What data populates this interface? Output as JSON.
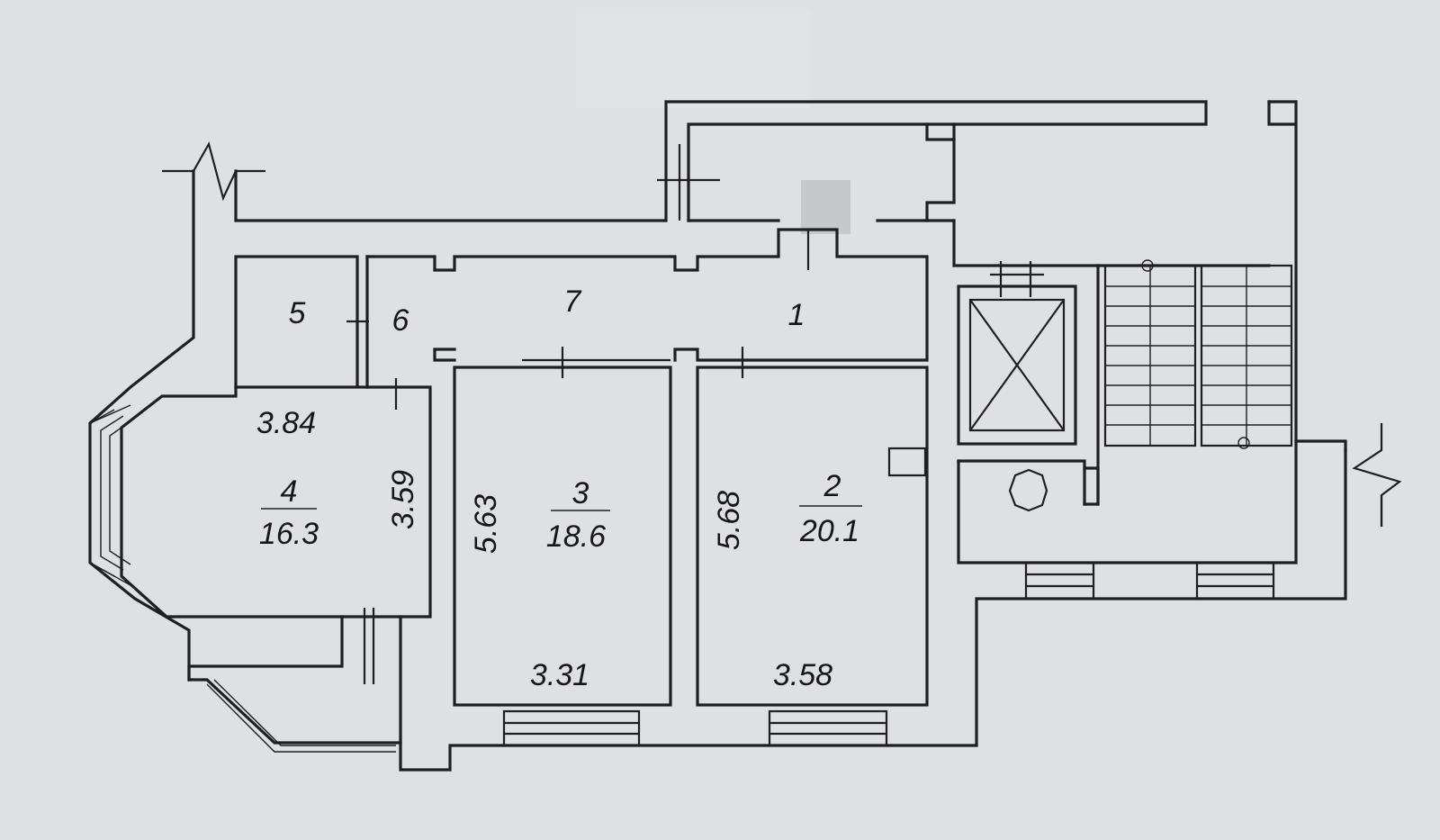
{
  "rooms": {
    "r1": {
      "number": "1"
    },
    "r2": {
      "number": "2",
      "area": "20.1",
      "width": "3.58",
      "length": "5.68"
    },
    "r3": {
      "number": "3",
      "area": "18.6",
      "width": "3.31",
      "length": "5.63"
    },
    "r4": {
      "number": "4",
      "area": "16.3",
      "width": "3.84",
      "length": "3.59"
    },
    "r5": {
      "number": "5"
    },
    "r6": {
      "number": "6"
    },
    "r7": {
      "number": "7"
    }
  },
  "colors": {
    "ink": "#1f1f22",
    "paper": "#dfe0e4"
  }
}
